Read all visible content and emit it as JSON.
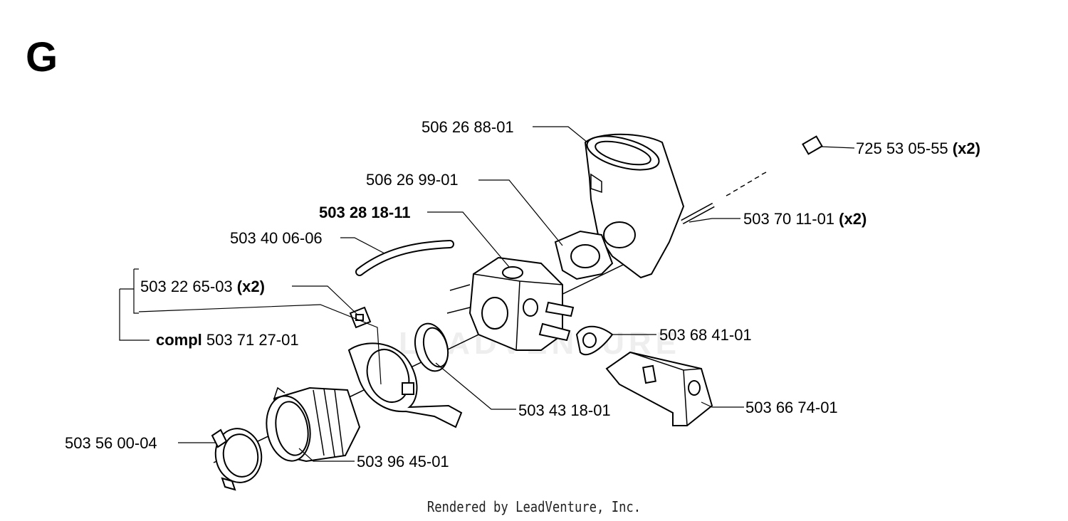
{
  "section_letter": "G",
  "watermark": "LEADVENTURE",
  "credit": "Rendered by LeadVenture, Inc.",
  "labels": {
    "intake_elbow": "506 26 88-01",
    "screw": "725 53 05-55",
    "screw_qty": "(x2)",
    "gasket_top": "506 26 99-01",
    "carburetor": "503 28 18-11",
    "pin": "503 70 11-01",
    "pin_qty": "(x2)",
    "fuel_hose": "503 40 06-06",
    "nut": "503 22 65-03",
    "nut_qty": "(x2)",
    "compl_word": "compl",
    "compl_number": "503 71 27-01",
    "grommet": "503 68 41-01",
    "adapter_ring": "503 43 18-01",
    "bracket": "503 66 74-01",
    "hose_clamp": "503 56 00-04",
    "intake_boot": "503 96 45-01"
  }
}
